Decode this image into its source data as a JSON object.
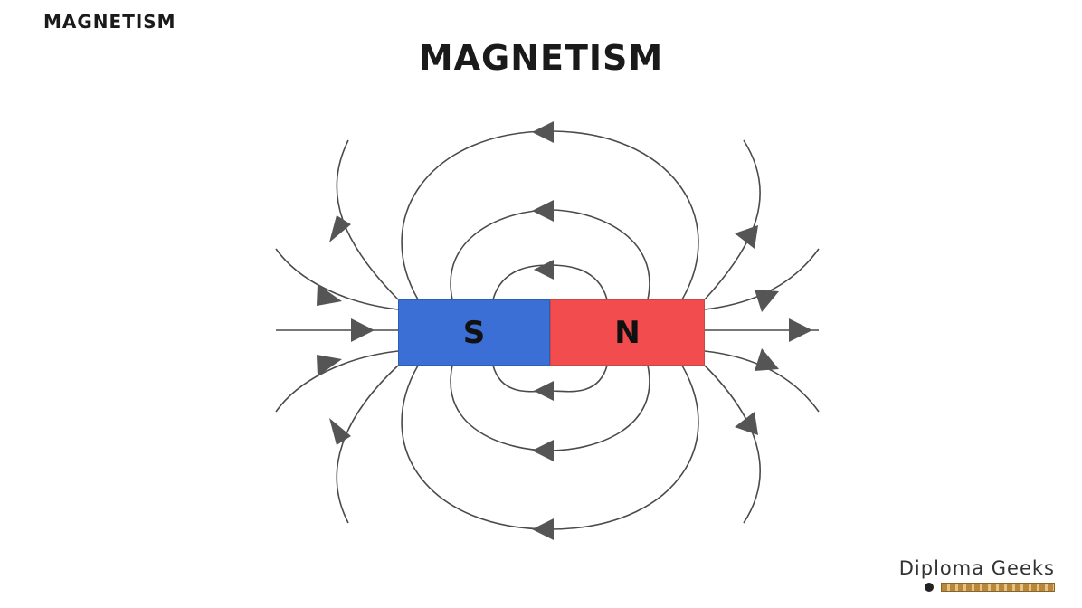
{
  "header": {
    "corner_label": "MAGNETISM",
    "title": "MAGNETISM"
  },
  "magnet": {
    "south_label": "S",
    "north_label": "N",
    "south_color": "#3c6fd6",
    "north_color": "#f24c4f"
  },
  "field_lines": {
    "color": "#4a4a4a",
    "arrow_color": "#555555"
  },
  "watermark": {
    "text": "Diploma Geeks"
  }
}
